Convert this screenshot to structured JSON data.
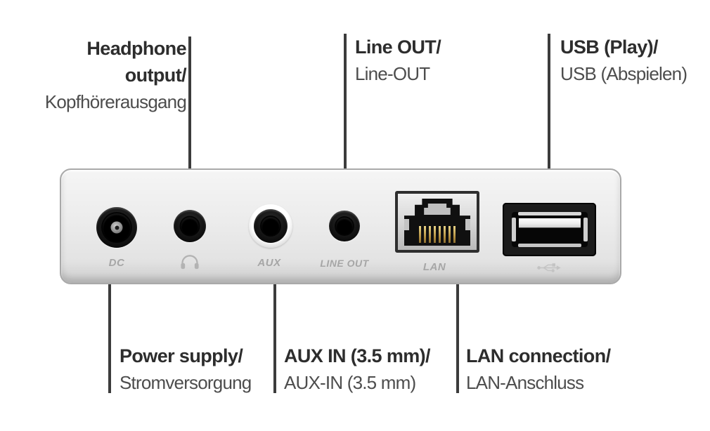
{
  "colors": {
    "background": "#ffffff",
    "label_primary": "#2d2d2d",
    "label_secondary": "#4d4d4d",
    "leader_line": "#3c3c3c",
    "panel_fill": "#ececec",
    "panel_border": "#a9a9a9",
    "silkscreen_text": "#a6a6a6",
    "lan_pins_gold": "#b08c3d"
  },
  "callouts": {
    "headphone": {
      "line1": "Headphone",
      "line2": "output/",
      "translation": "Kopfhörerausgang"
    },
    "line_out": {
      "label": "Line OUT/",
      "translation": "Line-OUT"
    },
    "usb": {
      "label": "USB (Play)/",
      "translation": "USB (Abspielen)"
    },
    "power": {
      "label": "Power supply/",
      "translation": "Stromversorgung"
    },
    "aux": {
      "label": "AUX IN (3.5 mm)/",
      "translation": "AUX-IN (3.5 mm)"
    },
    "lan": {
      "label": "LAN connection/",
      "translation": "LAN-Anschluss"
    }
  },
  "panel": {
    "silkscreen": {
      "dc": "DC",
      "aux": "AUX",
      "line_out": "LINE OUT",
      "lan": "LAN"
    },
    "icons": {
      "headphone": "headphone-icon",
      "usb": "usb-trident-icon"
    }
  }
}
